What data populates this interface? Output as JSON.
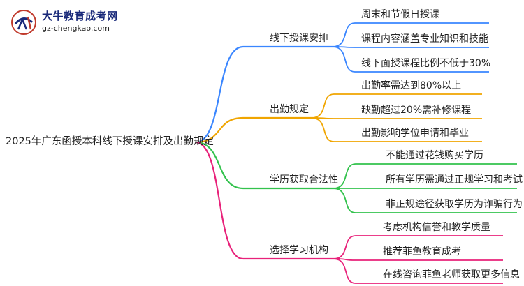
{
  "logo": {
    "title": "大牛教育成考网",
    "url": "gz-chengkao.com"
  },
  "root": "2025年广东函授本科线下授课安排及出勤规定",
  "colors": {
    "blue": "#3a86ff",
    "orange": "#f0a500",
    "green": "#33c24d",
    "pink": "#e8227a"
  },
  "branches": [
    {
      "label": "线下授课安排",
      "color": "blue",
      "children": [
        "周末和节假日授课",
        "课程内容涵盖专业知识和技能",
        "线下面授课程比例不低于30%"
      ]
    },
    {
      "label": "出勤规定",
      "color": "orange",
      "children": [
        "出勤率需达到80%以上",
        "缺勤超过20%需补修课程",
        "出勤影响学位申请和毕业"
      ]
    },
    {
      "label": "学历获取合法性",
      "color": "green",
      "children": [
        "不能通过花钱购买学历",
        "所有学历需通过正规学习和考试",
        "非正规途径获取学历为诈骗行为"
      ]
    },
    {
      "label": "选择学习机构",
      "color": "pink",
      "children": [
        "考虑机构信誉和教学质量",
        "推荐菲鱼教育成考",
        "在线咨询菲鱼老师获取更多信息"
      ]
    }
  ]
}
